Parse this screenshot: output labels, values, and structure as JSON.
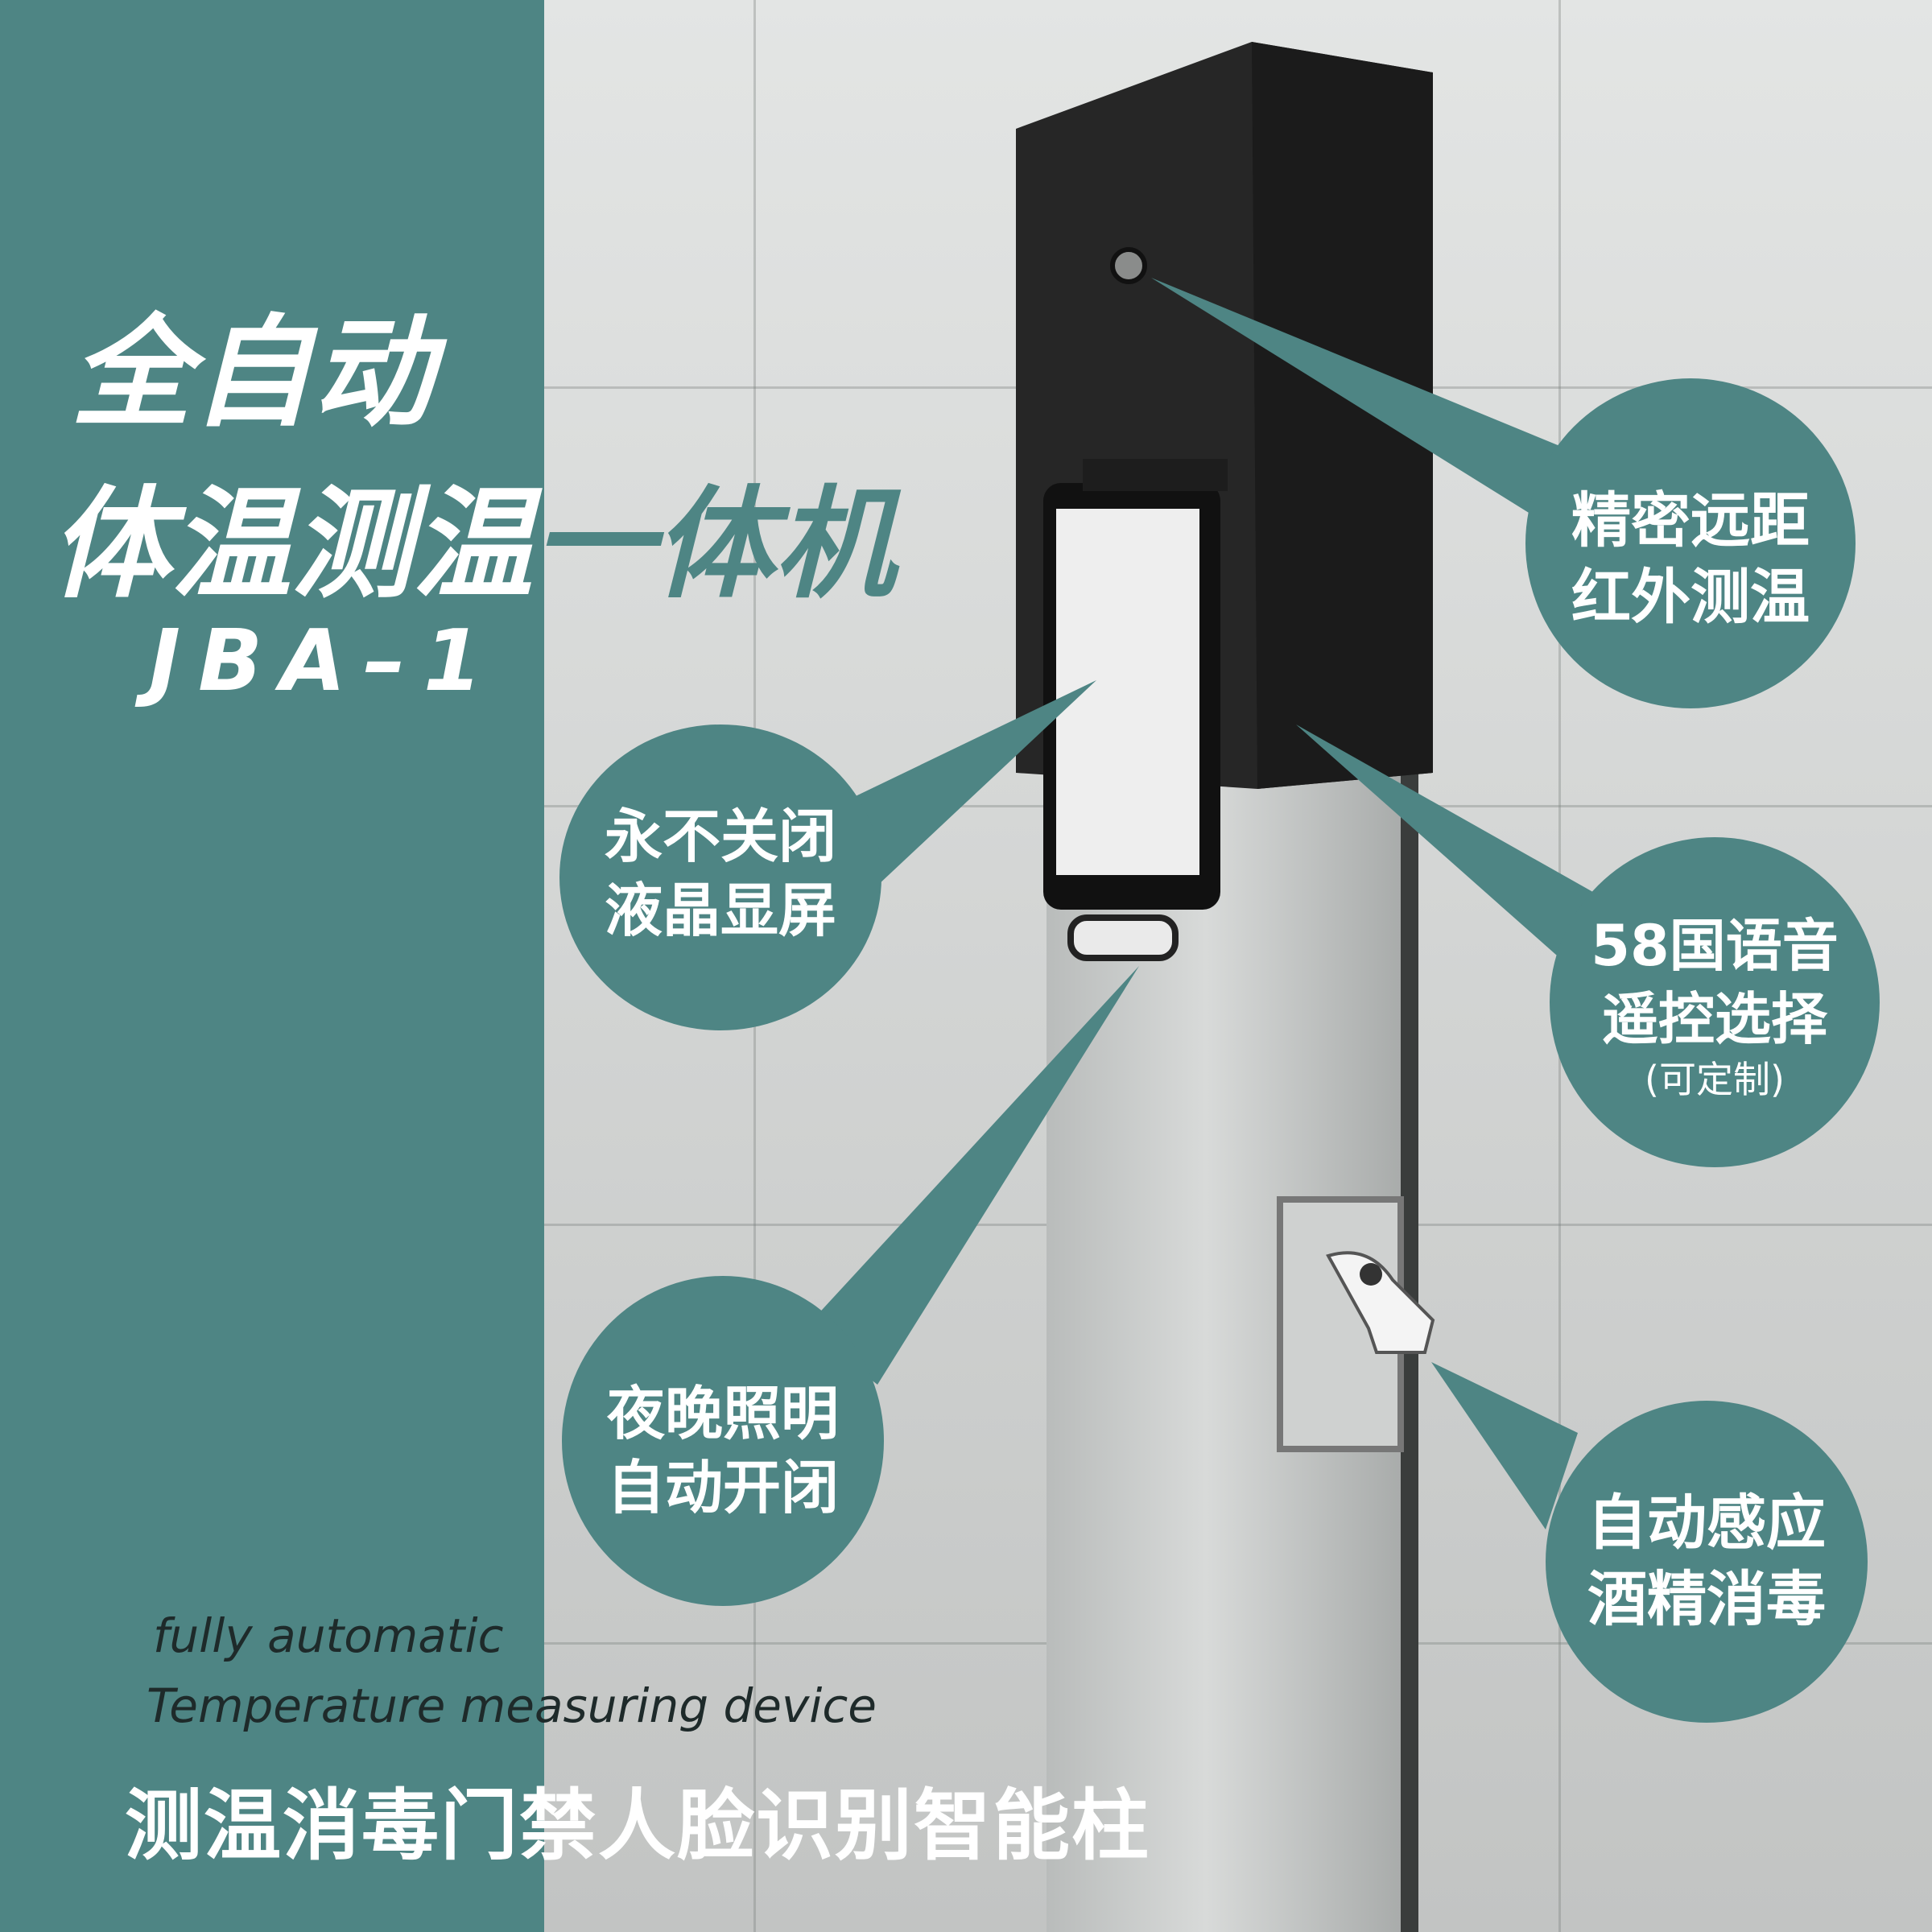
{
  "colors": {
    "teal": "#4e8584",
    "white": "#ffffff",
    "dark_box": "#2a2a2a"
  },
  "title": {
    "line1": "全自动",
    "line2_white": "体温测温",
    "line2_teal": "一体机",
    "model": "JBA–1"
  },
  "callouts": {
    "infrared": {
      "line1": "精密远距",
      "line2": "红外测温"
    },
    "screen": {
      "line1": "永不关闭",
      "line2": "液晶显屏"
    },
    "voice": {
      "line1": "58国语音",
      "line2": "遥控选择",
      "note": "(可定制)"
    },
    "light": {
      "line1": "夜晚照明",
      "line2": "自动开闭"
    },
    "sanitizer": {
      "line1": "自动感应",
      "line2": "酒精消毒"
    }
  },
  "english": {
    "line1": "fully automatic",
    "line2": "Temperature measuring device"
  },
  "bottom_caption": "测温消毒门禁人脸识别智能柱"
}
